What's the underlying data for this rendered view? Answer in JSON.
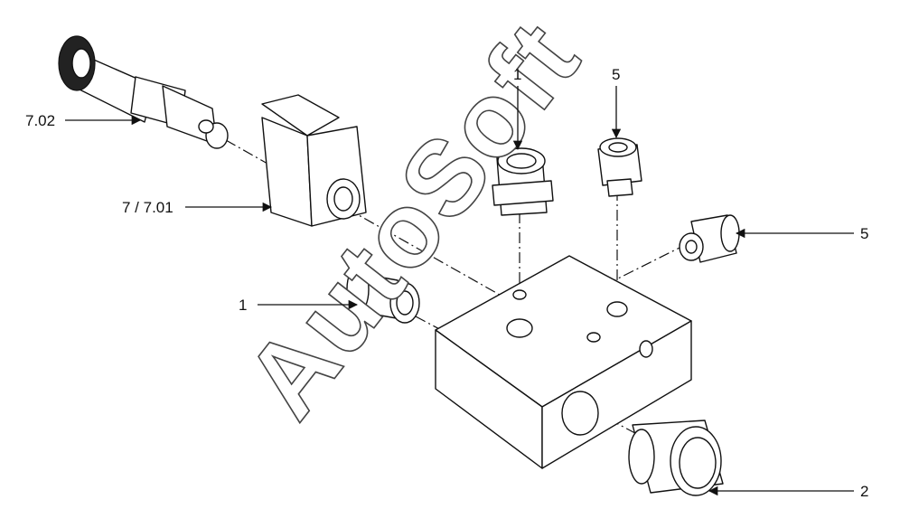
{
  "diagram": {
    "watermark": "AutoSoft",
    "callouts": [
      {
        "id": "7-02",
        "text": "7.02"
      },
      {
        "id": "7-701",
        "text": "7 / 7.01"
      },
      {
        "id": "1-top",
        "text": "1"
      },
      {
        "id": "5-top",
        "text": "5"
      },
      {
        "id": "5-right",
        "text": "5"
      },
      {
        "id": "1-left",
        "text": "1"
      },
      {
        "id": "2",
        "text": "2"
      }
    ]
  }
}
